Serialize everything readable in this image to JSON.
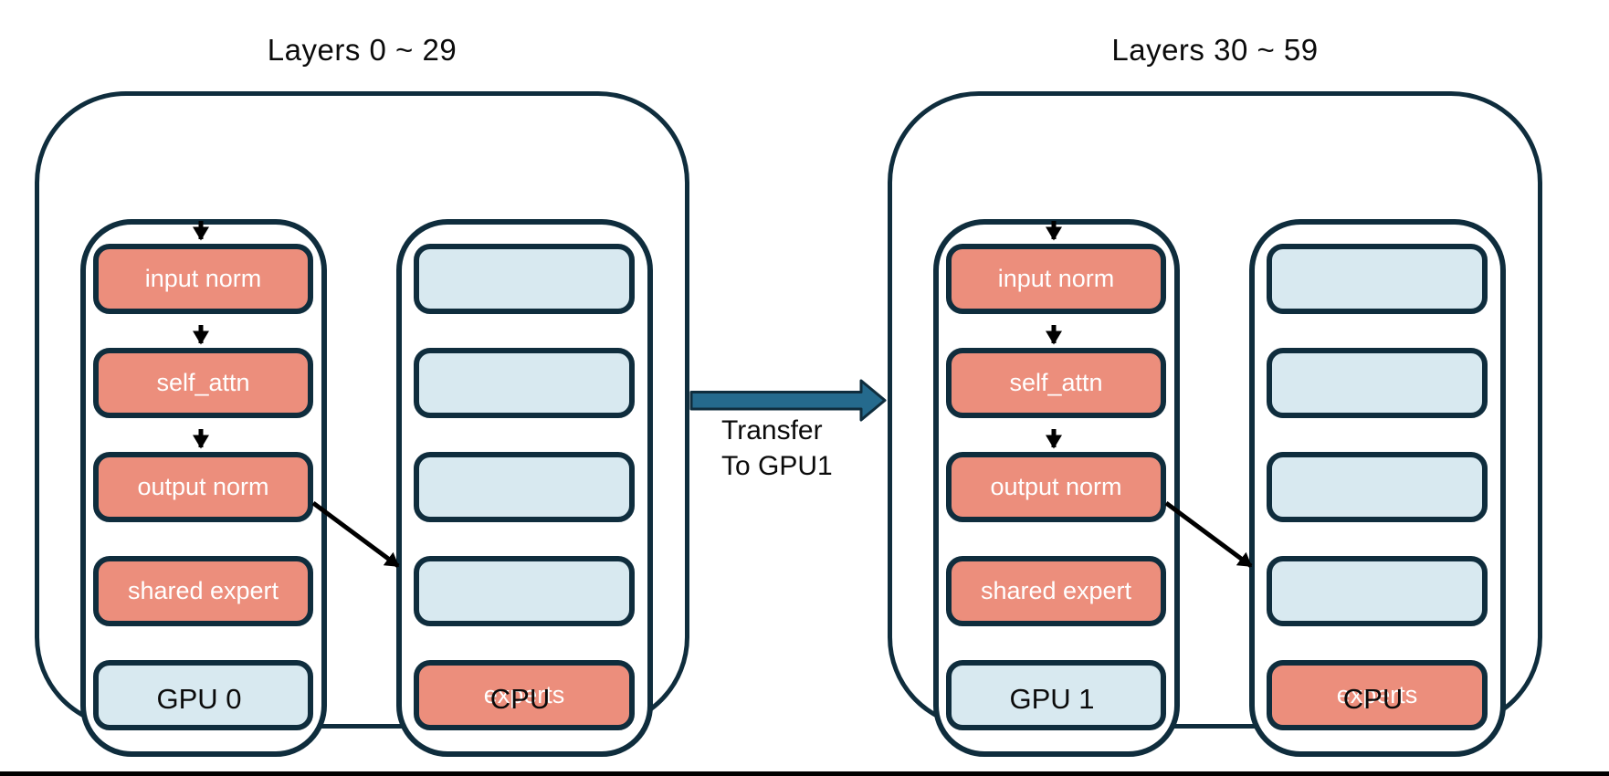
{
  "colors": {
    "outline": "#0F2D3D",
    "active_fill": "#EC8E7C",
    "empty_fill": "#D8E9F0",
    "transfer_arrow_fill": "#256A8D",
    "flow_arrow": "#000000",
    "box_text": "#FFFFFF",
    "label_text": "#0B0B0B",
    "background": "#FFFFFF",
    "bottom_border": "#000000"
  },
  "icons": {
    "flow_arrow": "black downward arrow between module boxes",
    "offload_arrow": "black diagonal arrow from shared expert to experts",
    "transfer_arrow": "teal-blue block arrow pointing right"
  },
  "transfer": {
    "line1": "Transfer",
    "line2": "To GPU1"
  },
  "groups": [
    {
      "title": "Layers 0 ~ 29",
      "gpu": {
        "label": "GPU 0",
        "boxes": [
          {
            "label": "input norm",
            "state": "active"
          },
          {
            "label": "self_attn",
            "state": "active"
          },
          {
            "label": "output norm",
            "state": "active"
          },
          {
            "label": "shared expert",
            "state": "active"
          },
          {
            "label": "",
            "state": "empty"
          }
        ]
      },
      "cpu": {
        "label": "CPU",
        "boxes": [
          {
            "label": "",
            "state": "empty"
          },
          {
            "label": "",
            "state": "empty"
          },
          {
            "label": "",
            "state": "empty"
          },
          {
            "label": "",
            "state": "empty"
          },
          {
            "label": "experts",
            "state": "active"
          }
        ]
      }
    },
    {
      "title": "Layers 30 ~ 59",
      "gpu": {
        "label": "GPU 1",
        "boxes": [
          {
            "label": "input norm",
            "state": "active"
          },
          {
            "label": "self_attn",
            "state": "active"
          },
          {
            "label": "output norm",
            "state": "active"
          },
          {
            "label": "shared expert",
            "state": "active"
          },
          {
            "label": "",
            "state": "empty"
          }
        ]
      },
      "cpu": {
        "label": "CPU",
        "boxes": [
          {
            "label": "",
            "state": "empty"
          },
          {
            "label": "",
            "state": "empty"
          },
          {
            "label": "",
            "state": "empty"
          },
          {
            "label": "",
            "state": "empty"
          },
          {
            "label": "experts",
            "state": "active"
          }
        ]
      }
    }
  ]
}
